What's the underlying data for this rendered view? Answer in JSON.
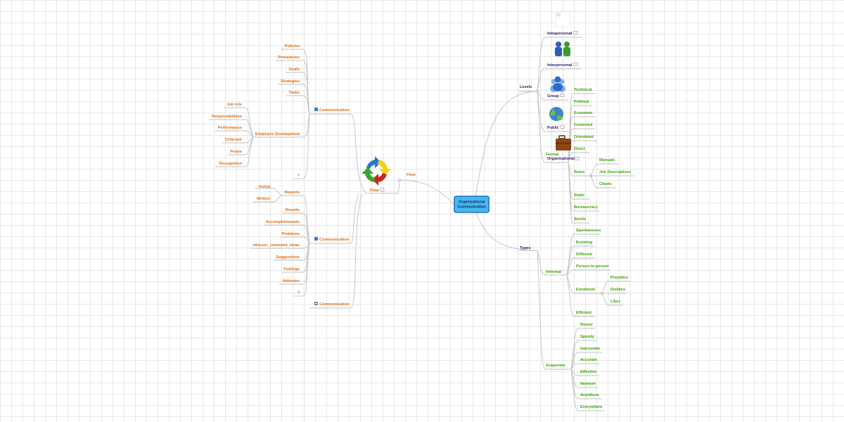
{
  "center": {
    "line1": "Organizational",
    "line2": "Communication"
  },
  "flow_branch": {
    "label": "Flow",
    "node_label": "Flow"
  },
  "left": {
    "comm_top": {
      "label": "Communication",
      "items": [
        "Policies",
        "Procedures",
        "Goals",
        "Strategies",
        "Tasks"
      ],
      "employee_dev": {
        "label": "Employee Development",
        "items": [
          "Job role",
          "Responsibilities",
          "Performance",
          "Criticism",
          "Praise",
          "Recognition"
        ]
      },
      "question": "?"
    },
    "comm_mid": {
      "label": "Communication",
      "reports": {
        "label": "Reports",
        "items": [
          "Verbal",
          "Written"
        ]
      },
      "items": [
        "Results",
        "Accomplishments",
        "Problems",
        "olk/user_comment_ideas",
        "Suggestions",
        "Feelings",
        "Attitudes"
      ],
      "question": "?"
    },
    "comm_bottom": {
      "label": "Communication"
    }
  },
  "right": {
    "levels": {
      "label": "Levels",
      "items": [
        "Intrapersonal",
        "Interpersonal",
        "Group",
        "Public"
      ]
    },
    "formal": {
      "label1": "Formal",
      "label2": "Organizational",
      "items": [
        "Technical",
        "Political",
        "Economic",
        "Controled",
        "Orientated",
        "Direct"
      ],
      "rules": {
        "label": "Rules",
        "items": [
          "Manuals",
          "Job Descriptions",
          "Charts"
        ]
      },
      "after": [
        "Static",
        "Bureaucracy",
        "Sterile"
      ]
    },
    "types": {
      "label": "Types"
    },
    "informal": {
      "label": "Informal",
      "items": [
        "Spontaneous",
        "Evolving",
        "Different",
        "Person-to-person"
      ],
      "emotional": {
        "label": "Emotional",
        "items": [
          "Prejudice",
          "Dislikes",
          "Likes"
        ]
      },
      "last": "Efficient"
    },
    "grapevine": {
      "label": "Grapevine",
      "items": [
        "Rumor",
        "Speedy",
        "Inaccurate",
        "Accurate",
        "Effective",
        "Network",
        "Anywhere",
        "Everywhere"
      ]
    }
  },
  "colors": {
    "level1": "#2f1a6b",
    "left_topics": "#e06b10",
    "right_topics": "#3aa300",
    "center_fill": "#46b8ee",
    "center_border": "#1d73c9"
  }
}
